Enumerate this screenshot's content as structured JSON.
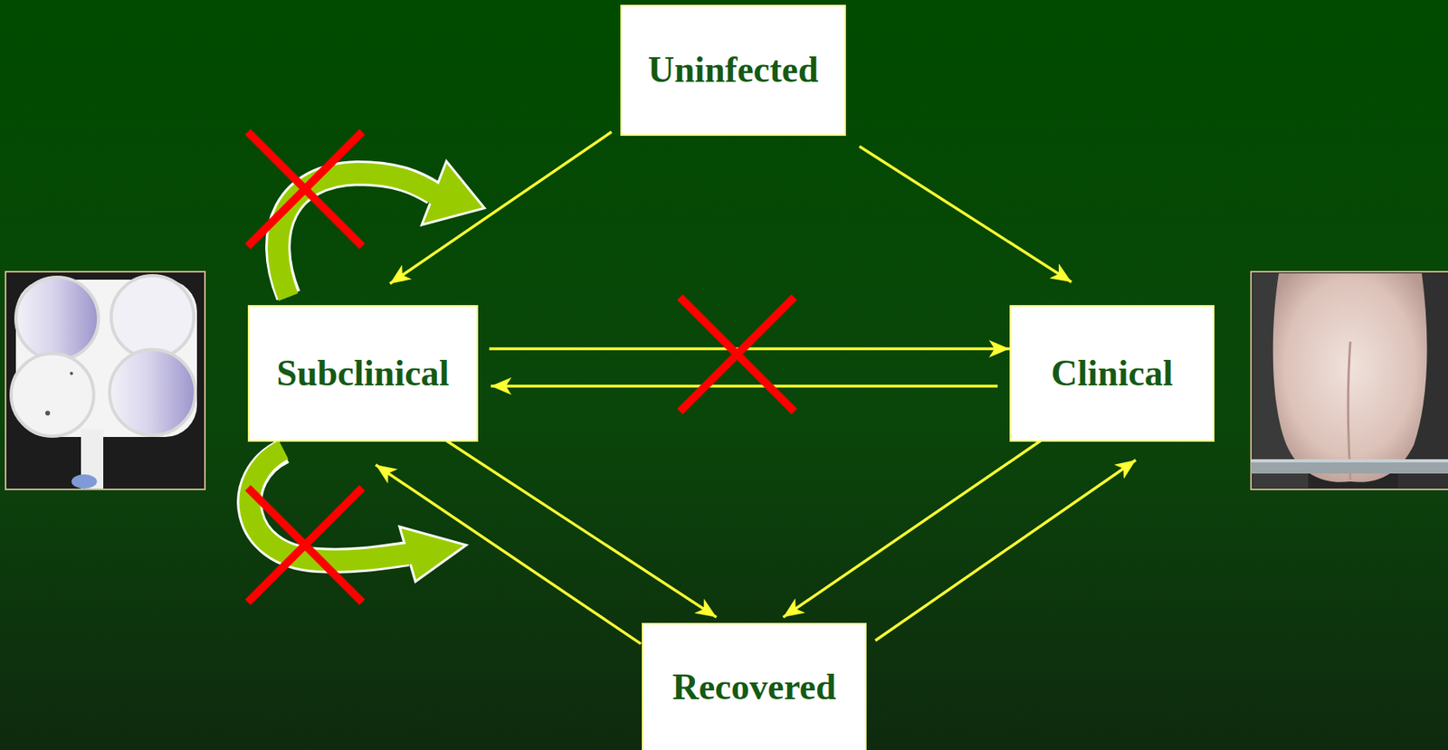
{
  "diagram": {
    "nodes": [
      {
        "text": [
          "Uninfected"
        ]
      },
      {
        "text": [
          "Subclinical"
        ]
      },
      {
        "text": [
          "Clinical"
        ]
      },
      {
        "text": [
          "Recovered"
        ]
      }
    ],
    "edges": [
      {
        "from": 0,
        "to": 1,
        "arrow": "to"
      },
      {
        "from": 0,
        "to": 2,
        "arrow": "to"
      },
      {
        "from": 1,
        "to": 2,
        "arrow": "to"
      },
      {
        "from": 2,
        "to": 1,
        "arrow": "to"
      },
      {
        "from": 1,
        "to": 3,
        "arrow": "to"
      },
      {
        "from": 3,
        "to": 1,
        "arrow": "to"
      },
      {
        "from": 2,
        "to": 3,
        "arrow": "to"
      },
      {
        "from": 3,
        "to": 2,
        "arrow": "to"
      }
    ]
  }
}
